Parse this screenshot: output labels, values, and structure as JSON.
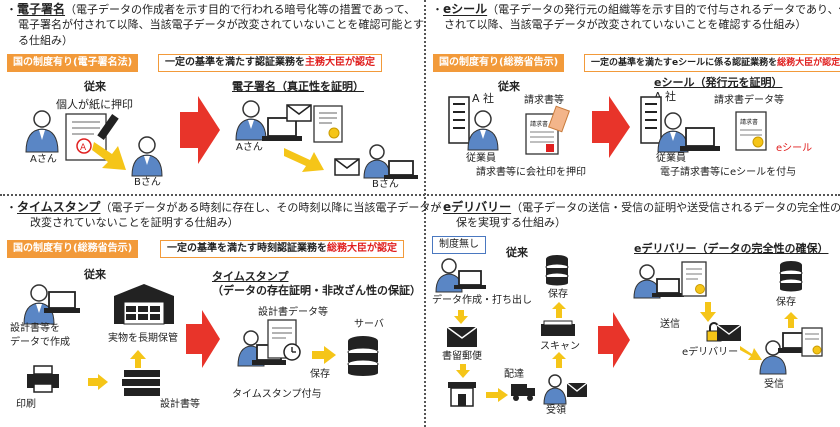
{
  "q1": {
    "heading_term": "電子署名",
    "heading_desc1": "（電子データの作成者を示す目的で行われる暗号化等の措置であって、",
    "heading_desc2": "電子署名が付されて以降、当該電子データが改変されていないことを確認可能とす",
    "heading_desc3": "る仕組み）",
    "system_label": "国の制度有り(電子署名法)",
    "cert_prefix": "一定の基準を満たす認証業務を",
    "cert_highlight": "主務大臣が認定",
    "old_title": "従来",
    "old_caption": "個人が紙に押印",
    "person_a": "Aさん",
    "person_b": "Bさん",
    "new_title": "電子署名（真正性を証明）",
    "new_person_a": "Aさん",
    "new_person_b": "Bさん"
  },
  "q2": {
    "heading_term": "eシール",
    "heading_desc1": "（電子データの発行元の組織等を示す目的で付与されるデータであり、付与",
    "heading_desc2": "されて以降、当該電子データが改変されていないことを確認する仕組み）",
    "system_label": "国の制度有り(総務省告示)",
    "cert_prefix": "一定の基準を満たすeシールに係る認証業務を",
    "cert_highlight": "総務大臣が認定",
    "old_title": "従来",
    "company_a": "A 社",
    "invoice_label": "請求書等",
    "employee": "従業員",
    "old_caption": "請求書等に会社印を押印",
    "new_title": "eシール（発行元を証明）",
    "new_company_a": "A 社",
    "invoice_data_label": "請求書データ等",
    "new_employee": "従業員",
    "eseal_label": "eシール",
    "new_caption": "電子請求書等にeシールを付与",
    "doc_text": "請求書"
  },
  "q3": {
    "heading_term": "タイムスタンプ",
    "heading_desc1": "（電子データがある時刻に存在し、その時刻以降に当該電子データが",
    "heading_desc2": "改変されていないことを証明する仕組み）",
    "system_label": "国の制度有り(総務省告示)",
    "cert_prefix": "一定の基準を満たす時刻認証業務を",
    "cert_highlight": "総務大臣が認定",
    "old_title": "従来",
    "design_digital": "設計書等を\nデータで作成",
    "print_label": "印刷",
    "warehouse_label": "実物を長期保管",
    "design_docs": "設計書等",
    "new_title": "タイムスタンプ",
    "new_subtitle": "（データの存在証明・非改ざん性の保証）",
    "design_data": "設計書データ等",
    "server_label": "サーバ",
    "save_label": "保存",
    "timestamp_caption": "タイムスタンプ付与"
  },
  "q4": {
    "heading_term": "eデリバリー",
    "heading_desc1": "（電子データの送信・受信の証明や送受信されるデータの完全性の確",
    "heading_desc2": "保を実現する仕組み）",
    "system_label": "制度無し",
    "old_title": "従来",
    "create_print": "データ作成・打ち出し",
    "registered_mail": "書留郵便",
    "delivery": "配達",
    "receive": "受領",
    "scan": "スキャン",
    "save_old": "保存",
    "new_title": "eデリバリー（データの完全性の確保）",
    "send": "送信",
    "edelivery": "eデリバリー",
    "recv": "受信",
    "save_new": "保存"
  },
  "colors": {
    "orange": "#f29a3a",
    "red_arrow": "#e8342a",
    "yellow_arrow": "#f5c518",
    "person_blue": "#5a86c5"
  }
}
